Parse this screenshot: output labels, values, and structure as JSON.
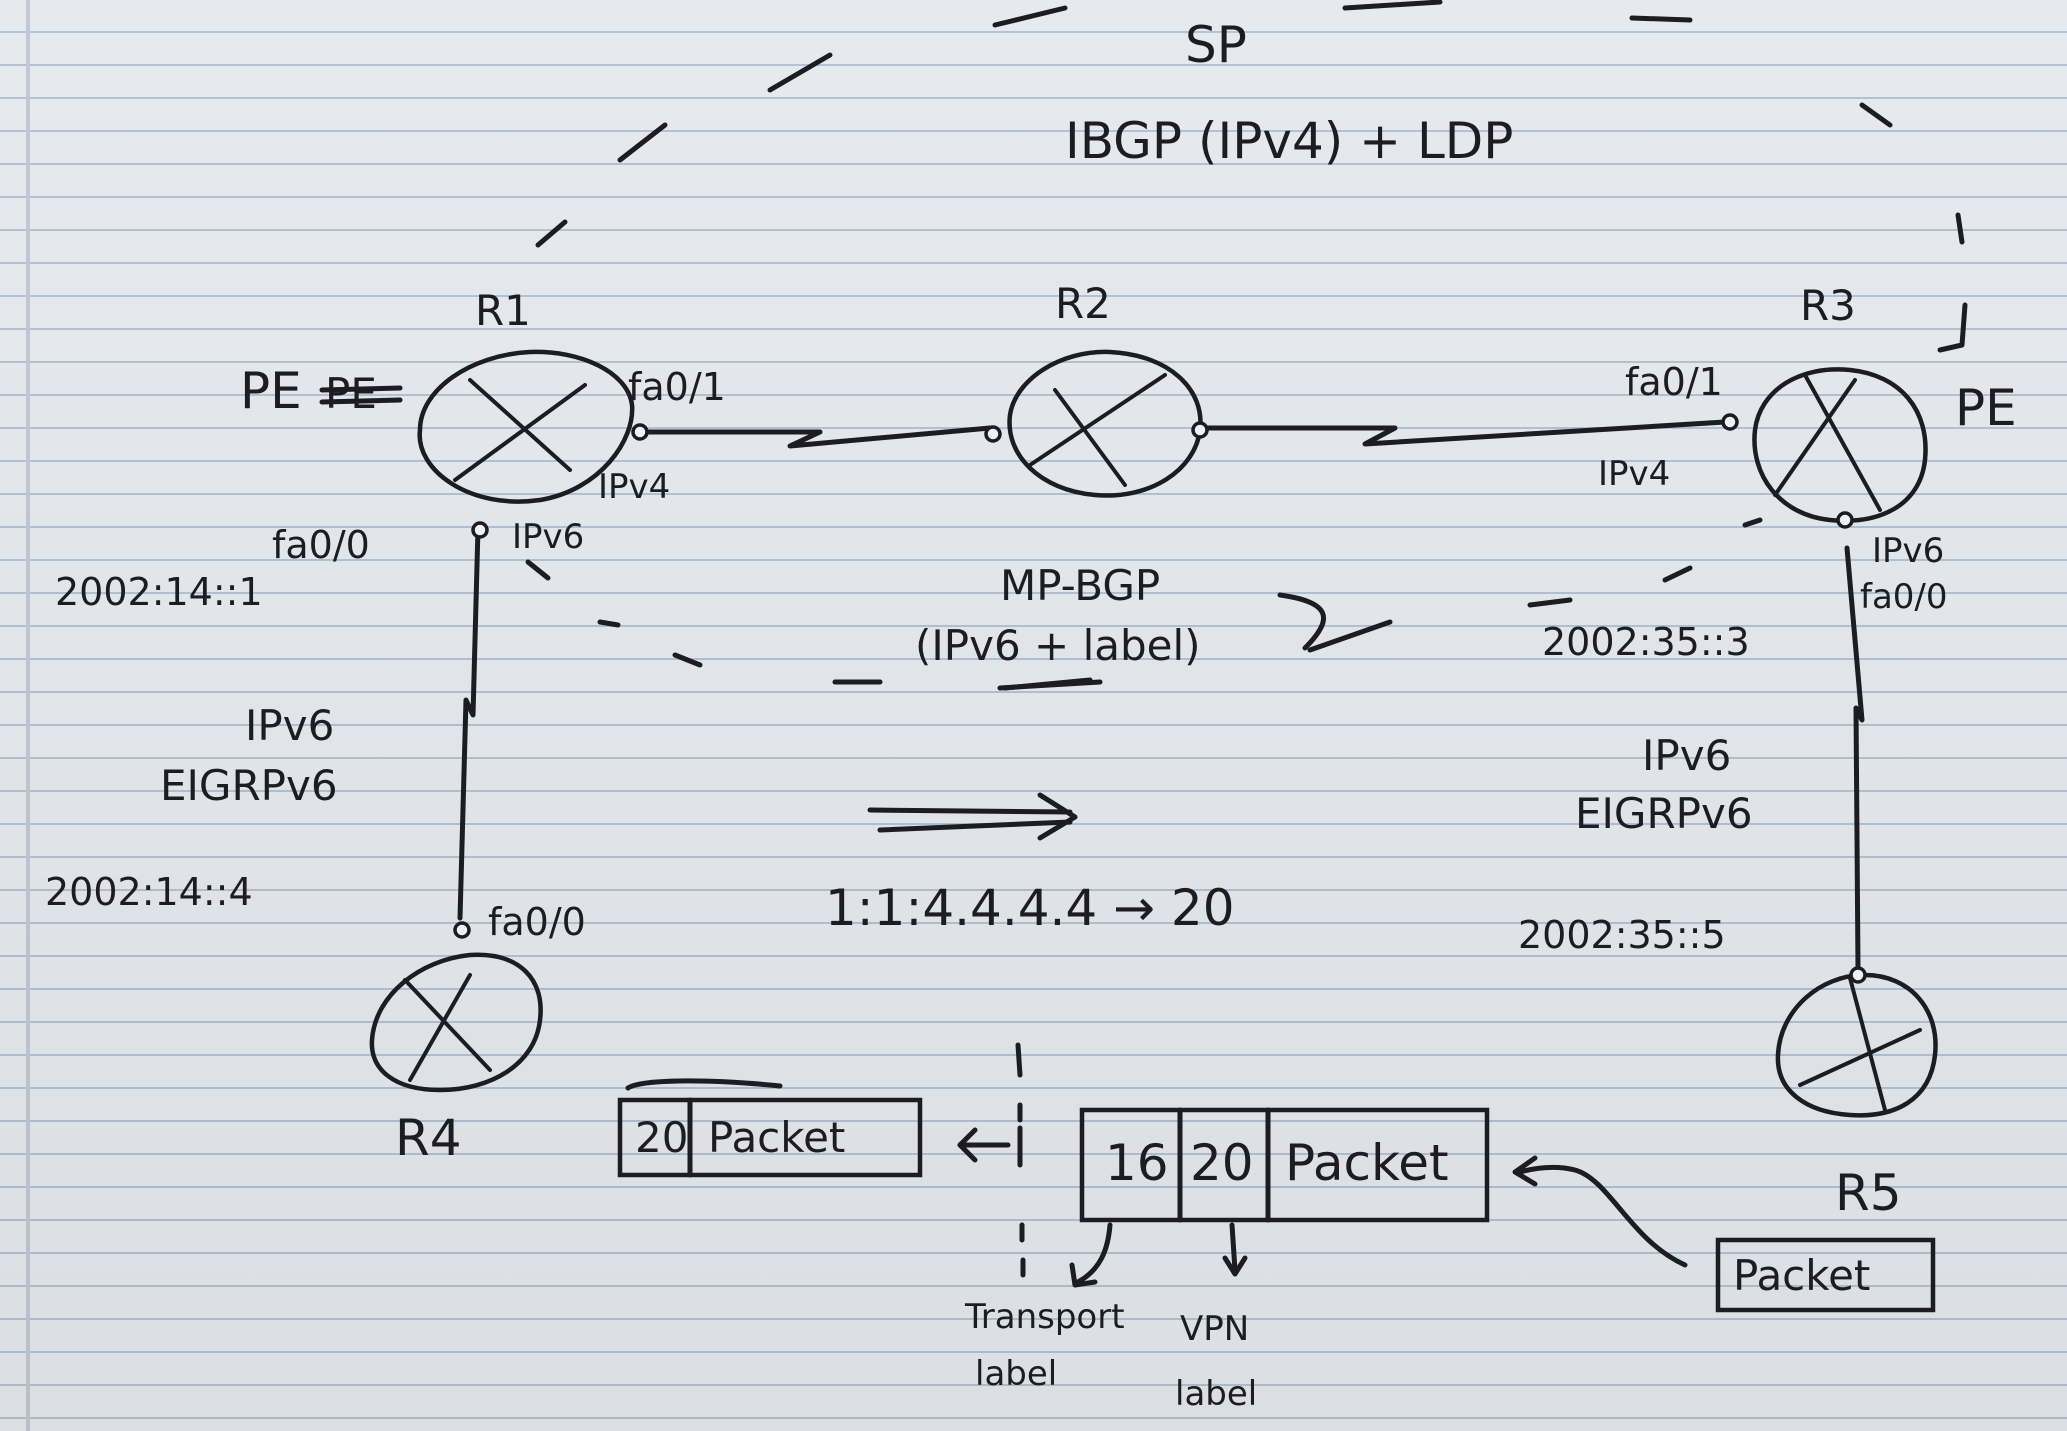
{
  "title": {
    "line1": "SP",
    "line2": "IBGP (IPv4) + LDP"
  },
  "routers": {
    "r1": {
      "name": "R1",
      "role": "PE",
      "role_scratched": "PE",
      "if_core": "fa0/1",
      "af_core": "IPv4",
      "if_edge": "fa0/0",
      "af_edge": "IPv6",
      "addr_edge": "2002:14::1"
    },
    "r2": {
      "name": "R2"
    },
    "r3": {
      "name": "R3",
      "role": "PE",
      "if_core": "fa0/1",
      "af_core": "IPv4",
      "af_edge": "IPv6",
      "if_edge": "fa0/0",
      "addr_edge": "2002:35::3"
    },
    "r4": {
      "name": "R4",
      "if_edge": "fa0/0",
      "addr_edge": "2002:14::4"
    },
    "r5": {
      "name": "R5",
      "addr_edge": "2002:35::5"
    }
  },
  "left_link": {
    "af": "IPv6",
    "protocol": "EIGRPv6"
  },
  "right_link": {
    "af": "IPv6",
    "protocol": "EIGRPv6"
  },
  "mpbgp": {
    "line1": "MP-BGP",
    "line2": "(IPv6 + label)"
  },
  "route": "1:1:4.4.4.4 → 20",
  "packets": {
    "r4_side": {
      "label": "20",
      "payload": "Packet"
    },
    "core": {
      "transport": "16",
      "vpn": "20",
      "payload": "Packet"
    },
    "r5_side": {
      "payload": "Packet"
    }
  },
  "annotations": {
    "transport": {
      "line1": "Transport",
      "line2": "label"
    },
    "vpn": {
      "line1": "VPN",
      "line2": "label"
    }
  }
}
